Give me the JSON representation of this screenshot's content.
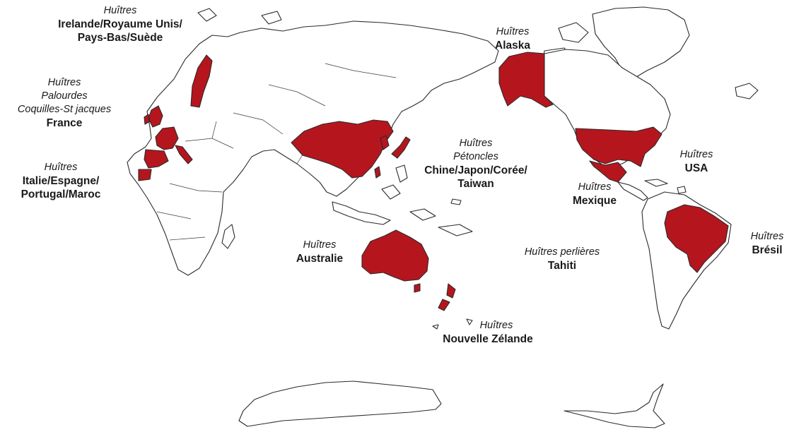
{
  "colors": {
    "highlight": "#b5161e",
    "land": "#ffffff",
    "outline": "#2a2a2a"
  },
  "labels": {
    "north_europe": {
      "species": [
        "Huîtres"
      ],
      "region": [
        "Irelande/Royaume Unis/",
        "Pays-Bas/Suède"
      ]
    },
    "france": {
      "species": [
        "Huîtres",
        "Palourdes",
        "Coquilles-St jacques"
      ],
      "region": [
        "France"
      ]
    },
    "south_europe": {
      "species": [
        "Huîtres"
      ],
      "region": [
        "Italie/Espagne/",
        "Portugal/Maroc"
      ]
    },
    "alaska": {
      "species": [
        "Huîtres"
      ],
      "region": [
        "Alaska"
      ]
    },
    "east_asia": {
      "species": [
        "Huîtres",
        "Pétoncles"
      ],
      "region": [
        "Chine/Japon/Corée/",
        "Taiwan"
      ]
    },
    "usa": {
      "species": [
        "Huîtres"
      ],
      "region": [
        "USA"
      ]
    },
    "mexico": {
      "species": [
        "Huîtres"
      ],
      "region": [
        "Mexique"
      ]
    },
    "brazil": {
      "species": [
        "Huîtres"
      ],
      "region": [
        "Brésil"
      ]
    },
    "australia": {
      "species": [
        "Huîtres"
      ],
      "region": [
        "Australie"
      ]
    },
    "tahiti": {
      "species": [
        "Huîtres perlières"
      ],
      "region": [
        "Tahiti"
      ]
    },
    "new_zealand": {
      "species": [
        "Huîtres"
      ],
      "region": [
        "Nouvelle Zélande"
      ]
    }
  }
}
